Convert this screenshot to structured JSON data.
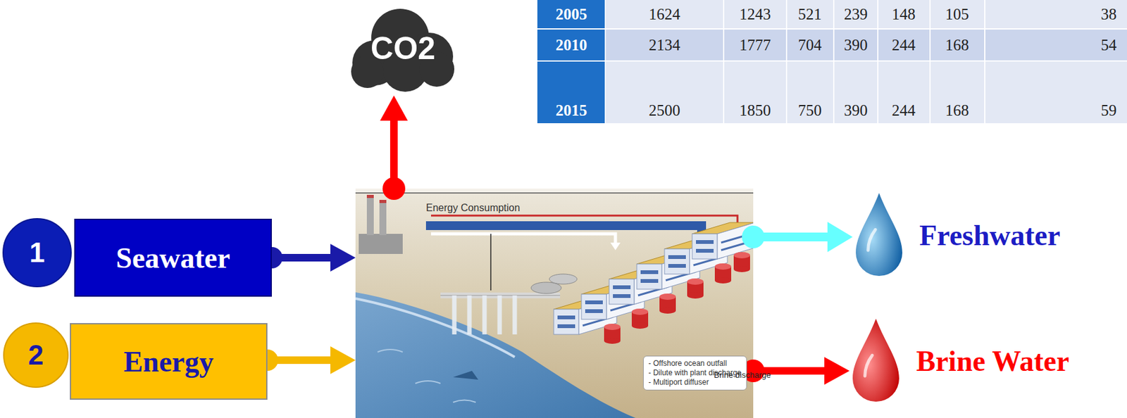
{
  "diagram": {
    "nodes": [
      {
        "text": [
          "1"
        ]
      },
      {
        "text": [
          "Seawater"
        ]
      },
      {
        "text": [
          "2"
        ]
      },
      {
        "text": [
          "Energy"
        ]
      },
      {
        "text": [
          "CO2"
        ]
      },
      {
        "text": [
          "Energy Consumption"
        ]
      },
      {
        "text": [
          "Brine discharge",
          "- Offshore ocean outfall",
          "- Dilute with plant discharge",
          "- Multiport diffuser"
        ],
        "in": 5
      },
      {
        "text": [
          "Freshwater"
        ]
      },
      {
        "text": [
          "Brine Water"
        ]
      }
    ],
    "edges": [
      {
        "from": 1,
        "to": 5,
        "arrow": "to"
      },
      {
        "from": 3,
        "to": 5,
        "arrow": "to"
      },
      {
        "from": 5,
        "to": 4,
        "arrow": "to"
      },
      {
        "from": 5,
        "to": 7,
        "arrow": "to"
      },
      {
        "from": 5,
        "to": 8,
        "arrow": "to"
      }
    ],
    "labels": [
      "2005",
      "1624",
      "1243",
      "521",
      "239",
      "148",
      "105",
      "38",
      "2010",
      "2134",
      "1777",
      "704",
      "390",
      "244",
      "168",
      "54",
      "2015",
      "2500",
      "1850",
      "750",
      "390",
      "244",
      "168",
      "59"
    ]
  }
}
